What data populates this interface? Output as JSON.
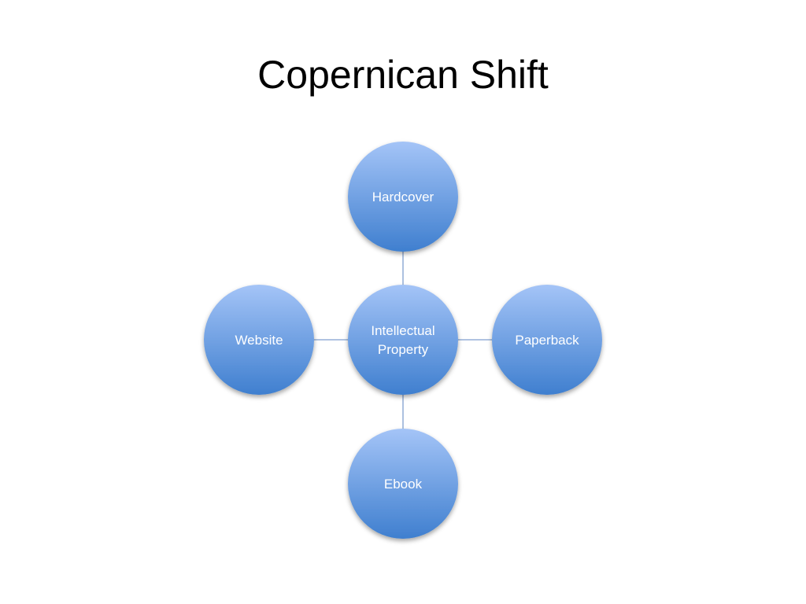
{
  "slide": {
    "title": "Copernican Shift"
  },
  "diagram": {
    "hub": {
      "lines": [
        "Intellectual",
        "Property"
      ]
    },
    "satellites": [
      {
        "id": "top",
        "lines": [
          "Hardcover"
        ]
      },
      {
        "id": "right",
        "lines": [
          "Paperback"
        ]
      },
      {
        "id": "bottom",
        "lines": [
          "Ebook"
        ]
      },
      {
        "id": "left",
        "lines": [
          "Website"
        ]
      }
    ],
    "colors": {
      "node_fill_top": "#a4c4f7",
      "node_fill_bottom": "#3f7fcf",
      "connector": "#7f9fcf",
      "label_text": "#ffffff"
    }
  }
}
